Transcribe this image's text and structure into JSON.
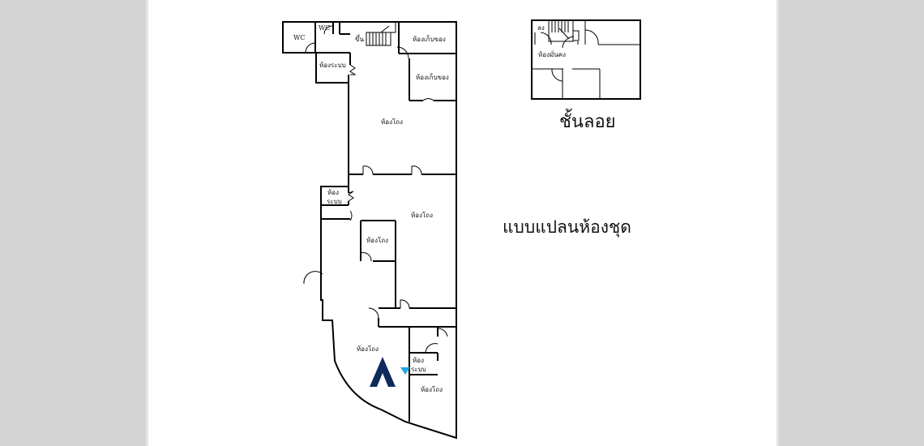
{
  "page": {
    "title": "แบบแปลนห้องชุด",
    "mezzanine_caption": "ชั้นลอย",
    "background_color": "#d4d4d4",
    "paper_color": "#ffffff"
  },
  "main_floor": {
    "rooms": [
      {
        "id": "wc1",
        "label": "WC"
      },
      {
        "id": "wc2",
        "label": "WC"
      },
      {
        "id": "stair",
        "label": "ขึ้น"
      },
      {
        "id": "storage1",
        "label": "ห้องเก็บของ"
      },
      {
        "id": "storage2",
        "label": "ห้องเก็บของ"
      },
      {
        "id": "system1",
        "label": "ห้องระบบ"
      },
      {
        "id": "open1",
        "label": "ห้องโถง"
      },
      {
        "id": "system2_line1",
        "label": "ห้อง"
      },
      {
        "id": "system2_line2",
        "label": "ระบบ"
      },
      {
        "id": "open2",
        "label": "ห้องโถง"
      },
      {
        "id": "open3",
        "label": "ห้องโถง"
      },
      {
        "id": "open4",
        "label": "ห้องโถง"
      },
      {
        "id": "system3_line1",
        "label": "ห้อง"
      },
      {
        "id": "system3_line2",
        "label": "ระบบ"
      },
      {
        "id": "open5",
        "label": "ห้องโถง"
      }
    ]
  },
  "mezzanine": {
    "rooms": [
      {
        "id": "down",
        "label": "ลง"
      },
      {
        "id": "safe_room",
        "label": "ห้องมั่นคง"
      }
    ]
  },
  "watermark": {
    "colors": {
      "dark": "#0f2a5c",
      "accent": "#1ea7e0"
    }
  }
}
